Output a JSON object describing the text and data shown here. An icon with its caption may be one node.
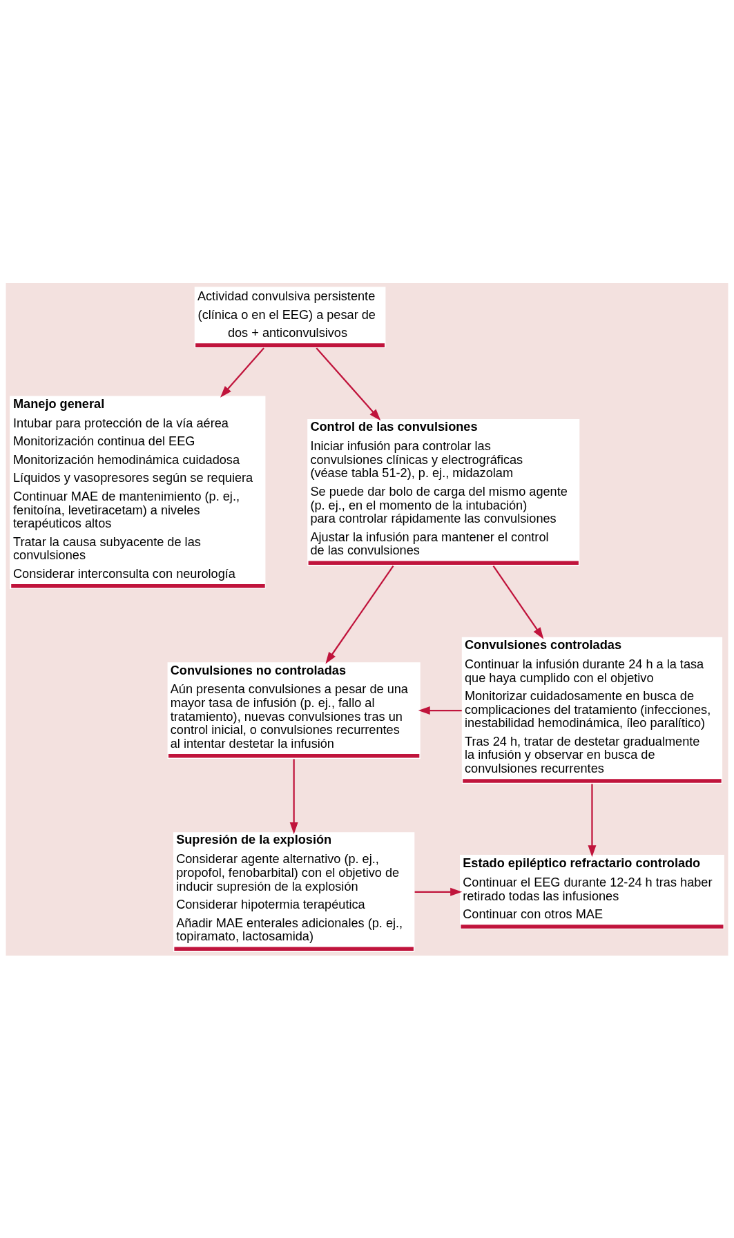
{
  "diagram": {
    "nodes": [
      {
        "text": [
          "Actividad convulsiva persistente (clínica o en el EEG) a pesar de dos + anticonvulsivos"
        ]
      },
      {
        "text": [
          "Manejo general",
          "Intubar para protección de la vía aérea",
          "Monitorización continua del EEG",
          "Monitorización hemodinámica cuidadosa",
          "Líquidos y vasopresores según se requiera",
          "Continuar MAE de mantenimiento (p. ej., fenitoína, levetiracetam) a niveles terapéuticos altos",
          "Tratar la causa subyacente de las convulsiones",
          "Considerar interconsulta con neurología"
        ]
      },
      {
        "text": [
          "Control de las convulsiones",
          "Iniciar infusión para controlar las convulsiones clínicas y electrográficas (véase tabla 51-2), p. ej., midazolam",
          "Se puede dar bolo de carga del mismo agente (p. ej., en el momento de la intubación) para controlar rápidamente las convulsiones",
          "Ajustar la infusión para mantener el control de las convulsiones"
        ]
      },
      {
        "text": [
          "Convulsiones no controladas",
          "Aún presenta convulsiones a pesar de una mayor tasa de infusión (p. ej., fallo al tratamiento), nuevas convulsiones tras un control inicial, o convulsiones recurrentes al intentar destetar la infusión"
        ]
      },
      {
        "text": [
          "Convulsiones controladas",
          "Continuar la infusión durante 24 h a la tasa que haya cumplido con el objetivo",
          "Monitorizar cuidadosamente en busca de complicaciones del tratamiento (infecciones, inestabilidad hemodinámica, íleo paralítico)",
          "Tras 24 h, tratar de destetar gradualmente la infusión y observar en busca de convulsiones recurrentes"
        ]
      },
      {
        "text": [
          "Supresión de la explosión",
          "Considerar agente alternativo (p. ej., propofol, fenobarbital) con el objetivo de inducir supresión de la explosión",
          "Considerar hipotermia terapéutica",
          "Añadir MAE enterales adicionales (p. ej., topiramato, lactosamida)"
        ]
      },
      {
        "text": [
          "Estado epiléptico refractario controlado",
          "Continuar el EEG durante 12-24 h tras haber retirado todas las infusiones",
          "Continuar con otros MAE"
        ]
      }
    ],
    "edges": [
      {
        "from": 0,
        "to": 1,
        "arrow": "to"
      },
      {
        "from": 0,
        "to": 2,
        "arrow": "to"
      },
      {
        "from": 2,
        "to": 3,
        "arrow": "to"
      },
      {
        "from": 2,
        "to": 4,
        "arrow": "to"
      },
      {
        "from": 4,
        "to": 3,
        "arrow": "to"
      },
      {
        "from": 3,
        "to": 5,
        "arrow": "to"
      },
      {
        "from": 4,
        "to": 6,
        "arrow": "to"
      },
      {
        "from": 5,
        "to": 6,
        "arrow": "to"
      }
    ]
  }
}
